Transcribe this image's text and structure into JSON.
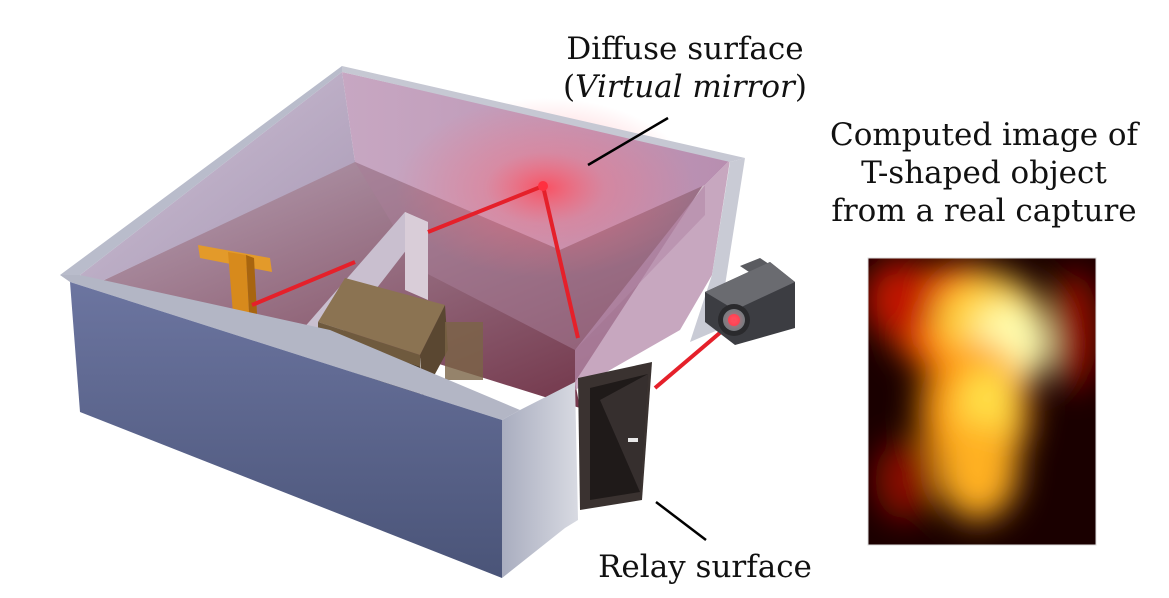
{
  "labels": {
    "diffuse_line1": "Diffuse surface",
    "diffuse_open": "(",
    "diffuse_italic": "Virtual mirror",
    "diffuse_close": ")",
    "computed_line1": "Computed image of",
    "computed_line2": "T-shaped object",
    "computed_line3": "from a real capture",
    "relay": "Relay surface"
  },
  "colors": {
    "laser": "#e5202a",
    "wall_outer": "#5b6588",
    "wall_top": "#b9bccb",
    "wall_inner": "#d9b3c9",
    "t_object": "#d78a1c",
    "heatmap_hot": "#ffff66",
    "heatmap_cold": "#1a0000"
  },
  "icons": {
    "camera": "camera-icon",
    "t_object": "t-shaped-object",
    "shelf": "shelf-object"
  }
}
